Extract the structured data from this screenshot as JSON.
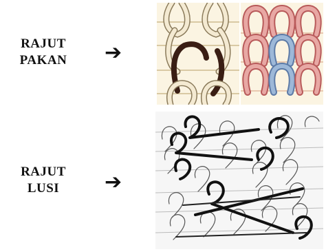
{
  "weft": {
    "line1": "RAJUT",
    "line2": "PAKAN",
    "arrow": "➔"
  },
  "warp": {
    "line1": "RAJUT",
    "line2": "LUSI",
    "arrow": "➔"
  },
  "colors": {
    "loop_cream": "#f4ead2",
    "loop_outline": "#8a7a5a",
    "highlight_dark": "#3a1e14",
    "loop_pink": "#e8a8a4",
    "loop_pink_outline": "#b85a5a",
    "highlight_blue": "#9db8d8",
    "warp_line": "#111111"
  }
}
